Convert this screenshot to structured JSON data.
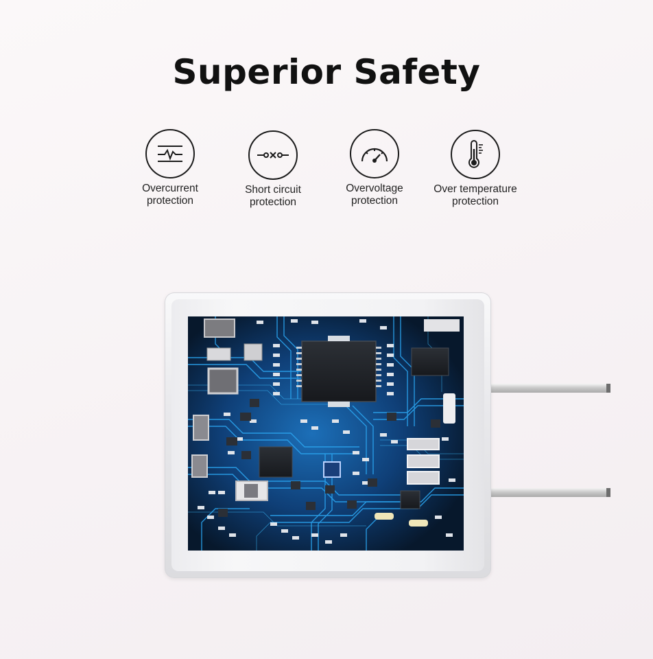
{
  "title": "Superior Safety",
  "features": [
    {
      "icon": "overcurrent-icon",
      "label": "Overcurrent\nprotection"
    },
    {
      "icon": "short-circuit-icon",
      "label": "Short circuit\nprotection"
    },
    {
      "icon": "overvoltage-gauge-icon",
      "label": "Overvoltage\nprotection"
    },
    {
      "icon": "thermometer-icon",
      "label": "Over temperature\nprotection"
    }
  ],
  "product": {
    "image": "wall-charger-pcb-image",
    "colors": {
      "pcb": "#0b1a2c",
      "trace": "#1e8fd6",
      "housing": "#ececef"
    }
  }
}
